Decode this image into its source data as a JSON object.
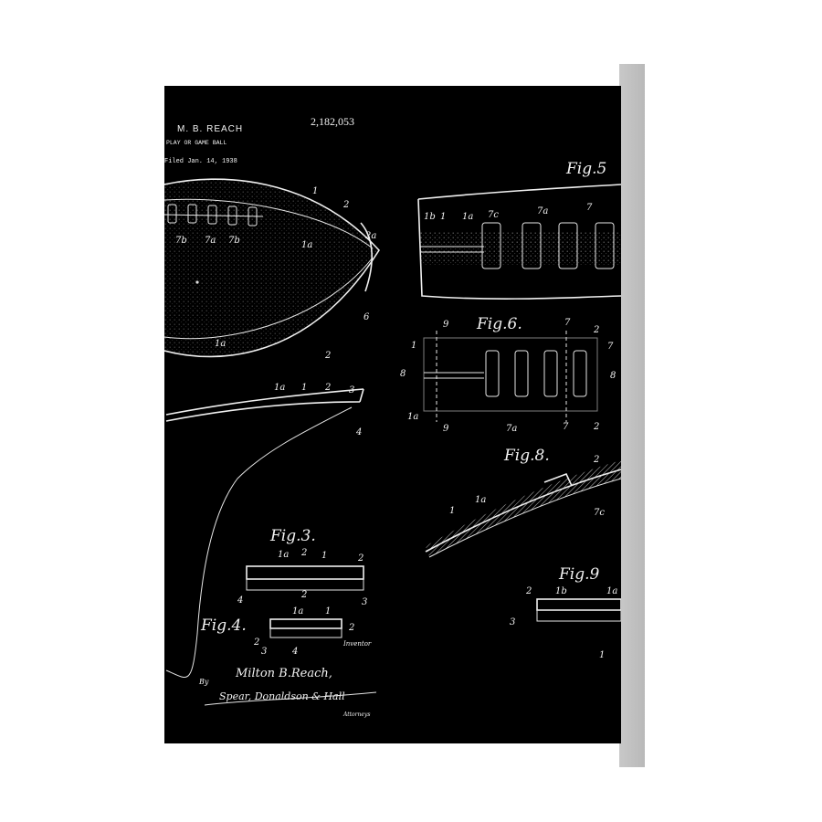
{
  "patent": {
    "inventor_header": "M. B. REACH",
    "title": "PLAY OR GAME BALL",
    "filed": "Filed Jan. 14, 1938",
    "number": "2,182,053"
  },
  "figures": {
    "fig3": "Fig.3.",
    "fig4": "Fig.4.",
    "fig5": "Fig.5",
    "fig6": "Fig.6.",
    "fig8": "Fig.8.",
    "fig9": "Fig.9"
  },
  "signature": {
    "inventor": "Milton B.Reach,",
    "inventor_note": "Inventor",
    "by": "By",
    "attorney": "Spear, Donaldson & Hall",
    "attorneys_note": "Attorneys"
  },
  "ref_labels": {
    "ball": [
      "1",
      "2",
      "7b",
      "7a",
      "7b",
      "1a",
      "2a",
      "6",
      "1a",
      "2"
    ],
    "section": [
      "1a",
      "1",
      "2",
      "3",
      "4"
    ],
    "fig3": [
      "1a",
      "2",
      "1",
      "2",
      "4",
      "2",
      "3"
    ],
    "fig4": [
      "1a",
      "1",
      "2",
      "2",
      "3",
      "4"
    ],
    "fig5": [
      "1b",
      "1",
      "1a",
      "7c",
      "7a",
      "7"
    ],
    "fig6": [
      "9",
      "7",
      "2",
      "1",
      "7",
      "8",
      "8",
      "1a",
      "9",
      "7a",
      "7",
      "2"
    ],
    "fig8": [
      "2",
      "1a",
      "1",
      "7c"
    ],
    "fig9": [
      "2",
      "1b",
      "1a",
      "3",
      "1"
    ]
  },
  "colors": {
    "canvas": "#000000",
    "ink": "#f0f0f0",
    "side": "#c0c0c0",
    "background": "#ffffff"
  }
}
